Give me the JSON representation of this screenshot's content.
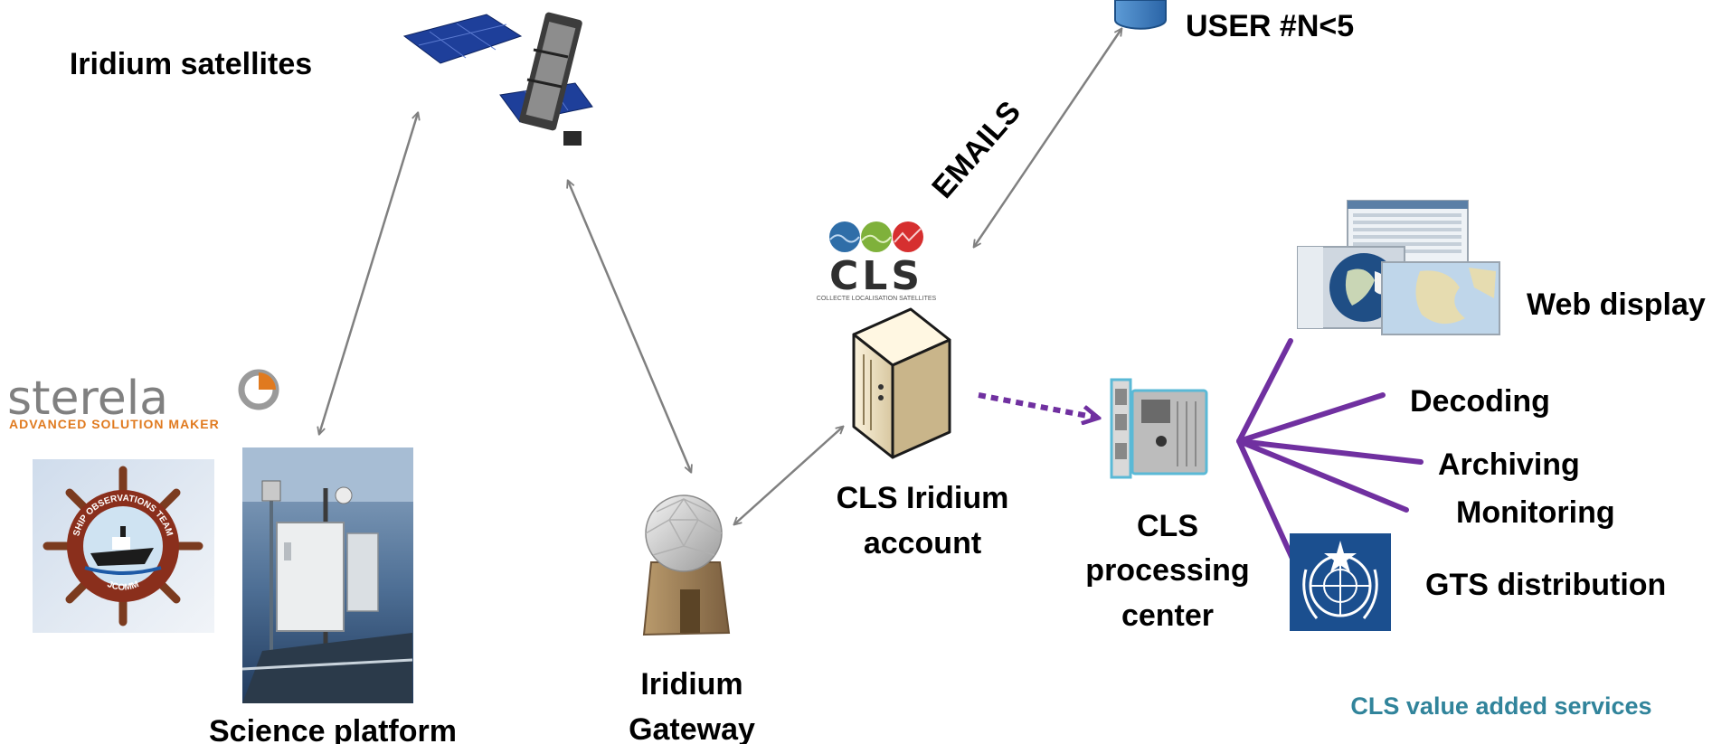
{
  "labels": {
    "iridium_satellites": "Iridium satellites",
    "user_n": "USER #N<5",
    "emails": "EMAILS",
    "web_display": "Web display",
    "decoding": "Decoding",
    "archiving": "Archiving",
    "monitoring": "Monitoring",
    "gts_distribution": "GTS distribution",
    "cls_value_added": "CLS value added services",
    "cls_iridium_account": [
      "CLS Iridium",
      "account"
    ],
    "cls_processing_center": [
      "CLS",
      "processing",
      "center"
    ],
    "iridium_gateway": [
      "Iridium",
      "Gateway"
    ],
    "science_platform": "Science platform"
  },
  "logos": {
    "cls_text": "CLS",
    "cls_subtitle": "COLLECTE LOCALISATION SATELLITES",
    "sterela_text": "sterela",
    "sterela_tagline": "ADVANCED SOLUTION MAKER",
    "sot_ring_top": "SHIP OBSERVATIONS TEAM",
    "sot_ring_bottom": "JCOMM"
  },
  "icons": {
    "satellite": "satellite-icon",
    "user_database": "database-icon",
    "cls_server": "server-icon",
    "processing_servers": "server-rack-icon",
    "gateway": "radome-icon",
    "web_display": "map-screens-icon",
    "wmo": "wmo-emblem-icon",
    "science_platform": "weather-station-photo"
  },
  "colors": {
    "arrow_gray": "#808080",
    "purple": "#7030a0",
    "teal_text": "#31849b",
    "cls_blue": "#2f6ea8",
    "cls_green": "#7fb13b",
    "cls_red": "#d62f2f",
    "wmo_blue": "#1b4f8f",
    "sterela_gray": "#808080",
    "sterela_orange": "#e07a1f"
  }
}
